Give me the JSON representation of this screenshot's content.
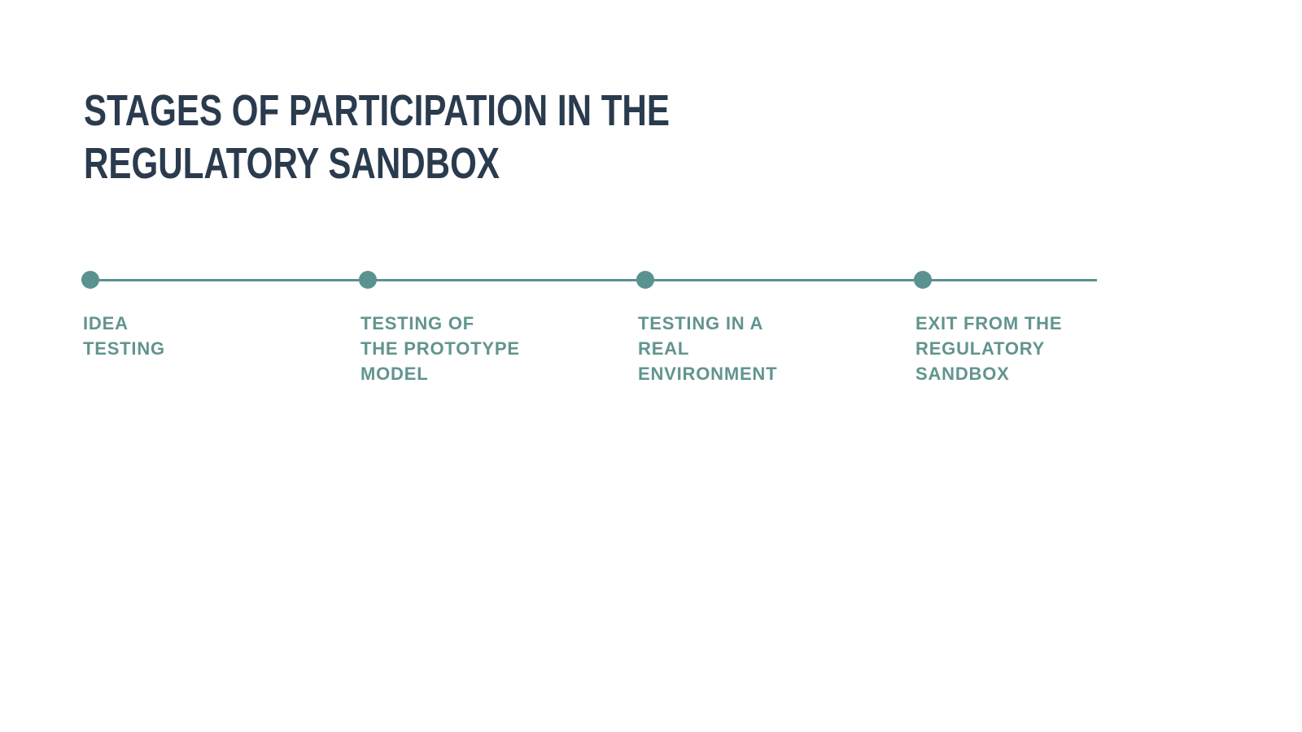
{
  "slide": {
    "title": "STAGES OF PARTICIPATION IN THE\nREGULATORY SANDBOX",
    "colors": {
      "background": "#ffffff",
      "title_text": "#2b3b4e",
      "timeline_accent": "#5a928f",
      "label_text": "#62948f"
    },
    "timeline": {
      "stage_count": 4,
      "stages": [
        {
          "label": "IDEA\nTESTING"
        },
        {
          "label": "TESTING OF\nTHE PROTOTYPE\nMODEL"
        },
        {
          "label": "TESTING IN A\nREAL\nENVIRONMENT"
        },
        {
          "label": "EXIT FROM THE\nREGULATORY\nSANDBOX"
        }
      ]
    }
  }
}
